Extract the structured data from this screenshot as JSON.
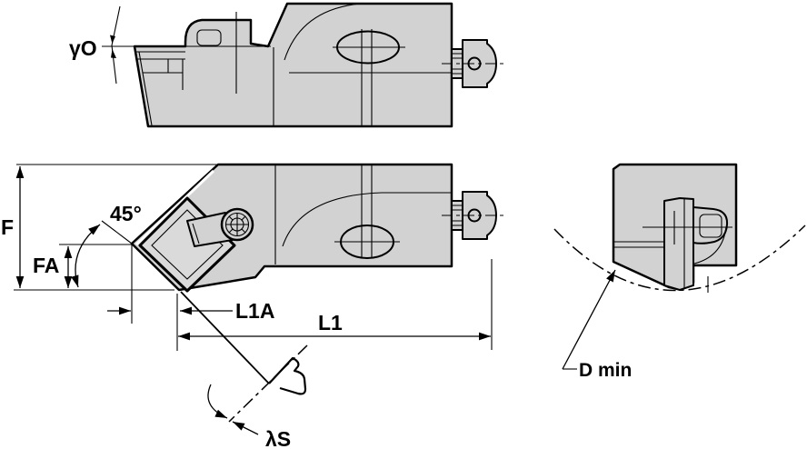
{
  "drawing": {
    "kind": "technical-drawing",
    "labels": {
      "gamma_o": "γO",
      "f": "F",
      "fa": "FA",
      "angle_45": "45°",
      "l1a": "L1A",
      "l1": "L1",
      "d_min": "D min",
      "lambda_s": "λS"
    }
  },
  "colors": {
    "line": "#000000",
    "body_fill": "#d2d2d2",
    "insert_fill": "#dadada",
    "background": "#ffffff"
  }
}
